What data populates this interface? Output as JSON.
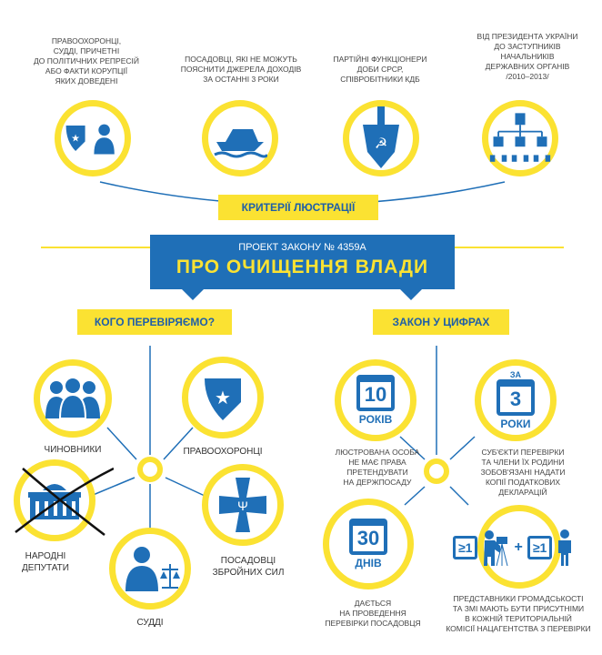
{
  "criteria": [
    {
      "text": [
        "Правоохоронці,",
        "судді, причетні",
        "до політичних репресій",
        "або факти корупції",
        "яких доведені"
      ],
      "icon": "badge-judge-icon"
    },
    {
      "text": [
        "Посадовці, які не можуть",
        "пояснити джерела доходів",
        "за останні 3 роки"
      ],
      "icon": "yacht-icon"
    },
    {
      "text": [
        "Партійні функціонери",
        "доби СРСР,",
        "співробітники КДБ"
      ],
      "icon": "kgb-shield-icon"
    },
    {
      "text": [
        "Від президента України",
        "до заступників",
        "начальників",
        "державних органів",
        "/2010–2013/"
      ],
      "icon": "hierarchy-icon"
    }
  ],
  "criteria_label": "КРИТЕРІЇ ЛЮСТРАЦІЇ",
  "banner": {
    "subtitle": "ПРОЕКТ ЗАКОНУ № 4359А",
    "title": "ПРО ОЧИЩЕННЯ ВЛАДИ"
  },
  "who": {
    "label": "КОГО ПЕРЕВІРЯЄМО?",
    "items": [
      {
        "text": [
          "Чиновники"
        ]
      },
      {
        "text": [
          "Правоохоронці"
        ]
      },
      {
        "text": [
          "Народні",
          "депутати"
        ],
        "crossed": true
      },
      {
        "text": [
          "Посадовці",
          "збройних сил"
        ]
      },
      {
        "text": [
          "Судді"
        ]
      }
    ]
  },
  "numbers": {
    "label": "ЗАКОН У ЦИФРАХ",
    "items": [
      {
        "value": "10",
        "unit": "РОКІВ",
        "prefix": "",
        "text": [
          "Люстрована особа",
          "не має права",
          "претендувати",
          "на держпосаду"
        ]
      },
      {
        "value": "3",
        "unit": "РОКИ",
        "prefix": "ЗА",
        "text": [
          "Суб'єкти перевірки",
          "та члени їх родини",
          "зобов'язані надати",
          "копії податкових",
          "декларацій"
        ]
      },
      {
        "value": "30",
        "unit": "ДНІВ",
        "prefix": "",
        "text": [
          "Дається",
          "на проведення",
          "перевірки посадовця"
        ]
      },
      {
        "value": "≥1",
        "plus": "+",
        "text": [
          "Представники громадськості",
          "та ЗМІ мають бути присутніми",
          "в кожній територіальній",
          "комісії нацагентства з перевірки"
        ]
      }
    ]
  },
  "colors": {
    "blue": "#1f6fb7",
    "yellow": "#fbe232"
  }
}
